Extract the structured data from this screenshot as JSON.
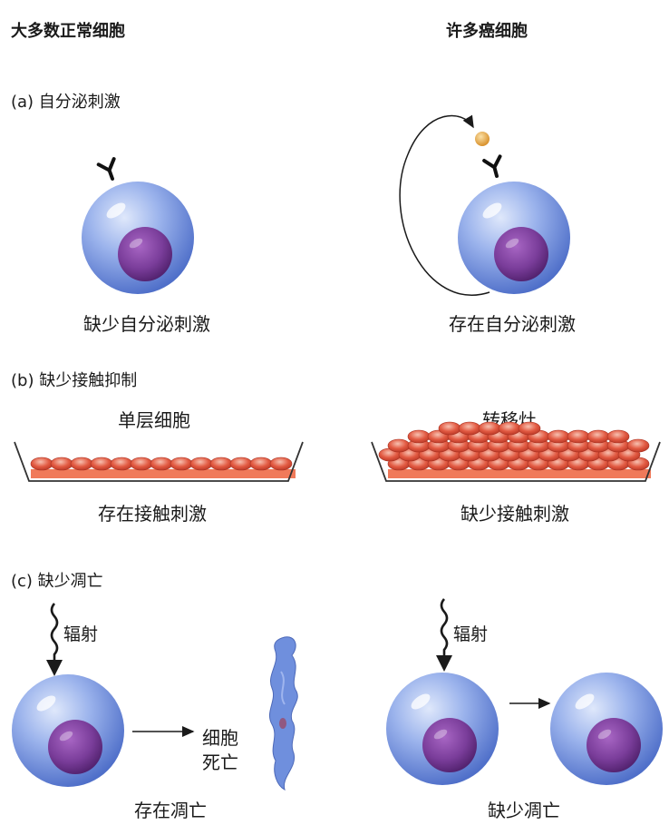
{
  "headers": {
    "normal": "大多数正常细胞",
    "cancer": "许多癌细胞"
  },
  "section_a": {
    "title": "(a) 自分泌刺激",
    "normal_caption": "缺少自分泌刺激",
    "cancer_caption": "存在自分泌刺激"
  },
  "section_b": {
    "title": "(b) 缺少接触抑制",
    "normal_dish_label": "单层细胞",
    "cancer_dish_label": "转移灶",
    "normal_caption": "存在接触刺激",
    "cancer_caption": "缺少接触刺激"
  },
  "section_c": {
    "title": "(c) 缺少凋亡",
    "radiation_label_left": "辐射",
    "radiation_label_right": "辐射",
    "cell_death_line1": "细胞",
    "cell_death_line2": "死亡",
    "normal_caption": "存在凋亡",
    "cancer_caption": "缺少凋亡"
  },
  "colors": {
    "cell_body": "#7f9ee3",
    "nucleus": "#7a3d9a",
    "growth_factor": "#e0a030",
    "dish_cells": "#e2543e",
    "dish_base": "#f07a5a"
  }
}
